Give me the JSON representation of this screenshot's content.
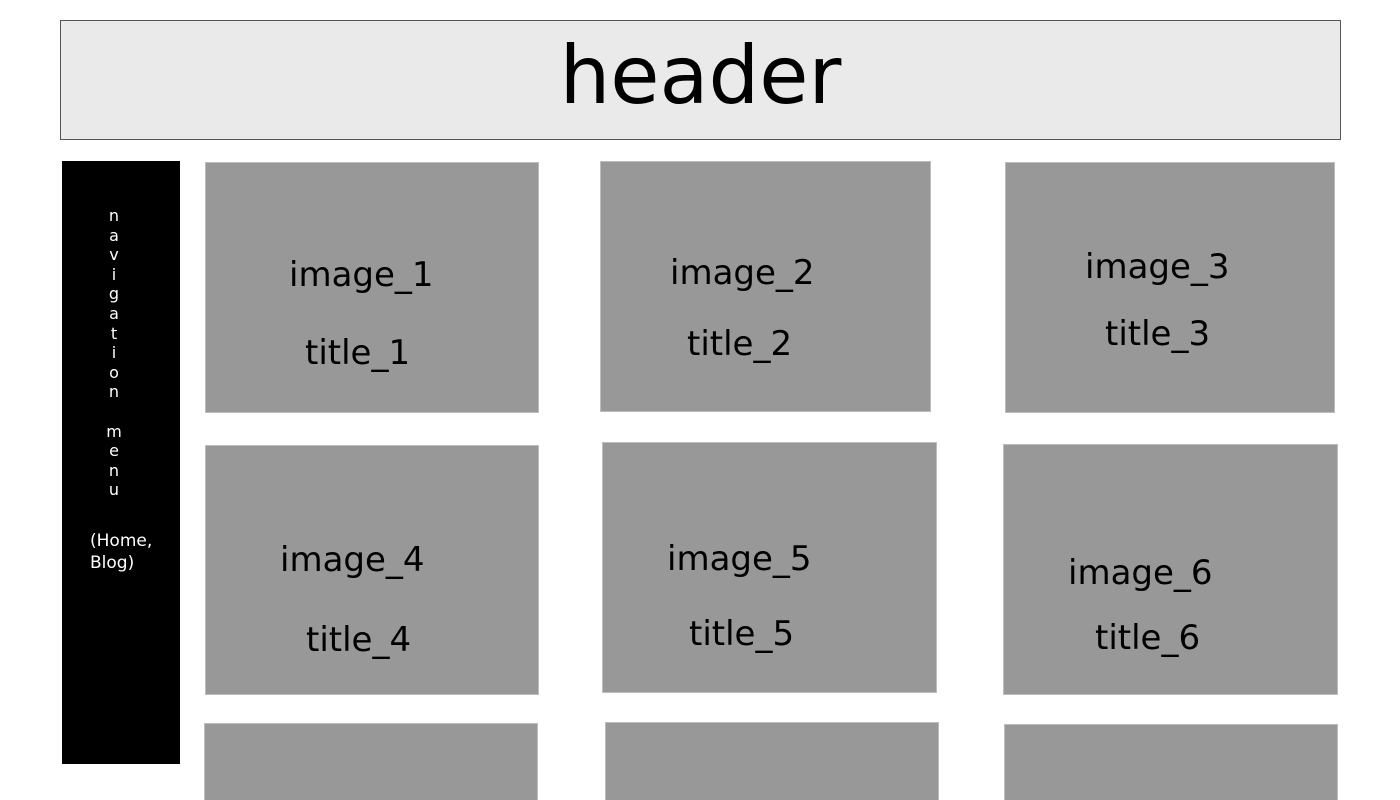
{
  "header": {
    "title": "header"
  },
  "nav": {
    "vertical_letters": [
      "n",
      "a",
      "v",
      "i",
      "g",
      "a",
      "t",
      "i",
      "o",
      "n",
      "",
      "m",
      "e",
      "n",
      "u"
    ],
    "items_line1": "(Home,",
    "items_line2": "Blog)"
  },
  "tiles": [
    {
      "image": "image_1",
      "title": "title_1"
    },
    {
      "image": "image_2",
      "title": "title_2"
    },
    {
      "image": "image_3",
      "title": "title_3"
    },
    {
      "image": "image_4",
      "title": "title_4"
    },
    {
      "image": "image_5",
      "title": "title_5"
    },
    {
      "image": "image_6",
      "title": "title_6"
    },
    {
      "image": "",
      "title": ""
    },
    {
      "image": "",
      "title": ""
    },
    {
      "image": "",
      "title": ""
    }
  ],
  "colors": {
    "header_bg": "#eaeaea",
    "nav_bg": "#000000",
    "tile_bg": "#989898"
  }
}
